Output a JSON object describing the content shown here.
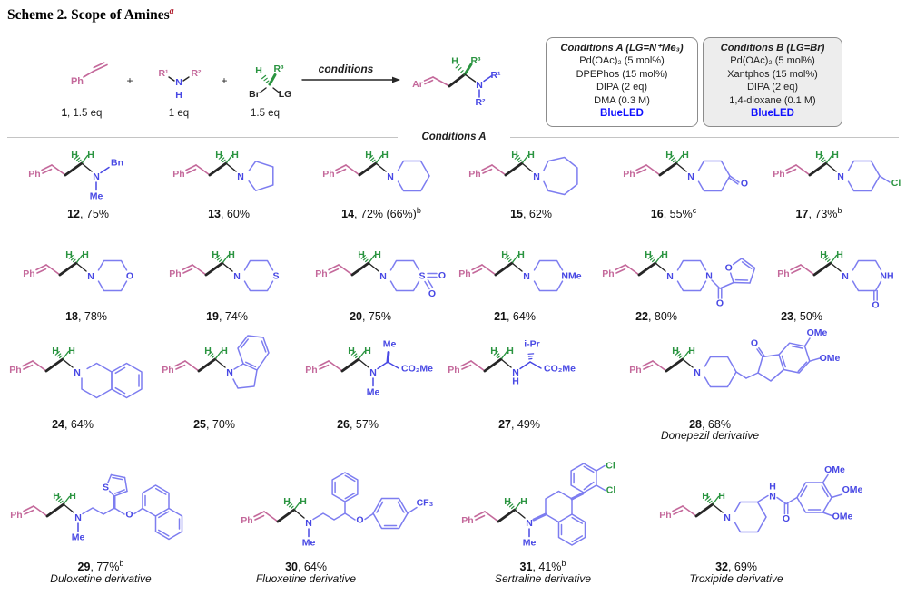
{
  "title": {
    "text": "Scheme 2. Scope of Amines",
    "sup": "a"
  },
  "scheme": {
    "plus": "+",
    "conditions_label": "conditions",
    "styrene": {
      "ph": "Ph",
      "eq_bold": "1",
      "eq_rest": ", 1.5 eq"
    },
    "amine": {
      "r1": "R¹",
      "n": "N",
      "h": "H",
      "r2": "R²",
      "eq": "1 eq"
    },
    "halide": {
      "h": "H",
      "r3": "R³",
      "br": "Br",
      "lg": "LG",
      "eq": "1.5 eq"
    },
    "product": {
      "ar": "Ar",
      "h": "H",
      "r3": "R³",
      "n": "N",
      "r1": "R¹",
      "r2": "R²"
    }
  },
  "conditions_a": {
    "title": "Conditions A (LG=N⁺Me₃)",
    "lines": [
      "Pd(OAc)₂ (5 mol%)",
      "DPEPhos (15 mol%)",
      "DIPA (2 eq)",
      "DMA (0.3 M)"
    ],
    "led": "BlueLED"
  },
  "conditions_b": {
    "title": "Conditions B (LG=Br)",
    "lines": [
      "Pd(OAc)₂ (5 mol%)",
      "Xantphos (15 mol%)",
      "DIPA (2 eq)",
      "1,4-dioxane (0.1 M)"
    ],
    "led": "BlueLED"
  },
  "divider_label": "Conditions A",
  "glyphs": {
    "Ph": "Ph",
    "H": "H",
    "N": "N",
    "O": "O",
    "S": "S",
    "Me": "Me",
    "Bn": "Bn",
    "NMe": "NMe",
    "NH": "NH",
    "Cl": "Cl",
    "OMe": "OMe",
    "CO2Me": "CO₂Me",
    "iPr": "i-Pr",
    "CF3": "CF₃"
  },
  "compounds": [
    {
      "num": "12",
      "rest": ", 75%",
      "sup": ""
    },
    {
      "num": "13",
      "rest": ", 60%",
      "sup": ""
    },
    {
      "num": "14",
      "rest": ", 72% (66%)",
      "sup": "b"
    },
    {
      "num": "15",
      "rest": ", 62%",
      "sup": ""
    },
    {
      "num": "16",
      "rest": ", 55%",
      "sup": "c"
    },
    {
      "num": "17",
      "rest": ", 73%",
      "sup": "b"
    },
    {
      "num": "18",
      "rest": ", 78%",
      "sup": ""
    },
    {
      "num": "19",
      "rest": ", 74%",
      "sup": ""
    },
    {
      "num": "20",
      "rest": ", 75%",
      "sup": ""
    },
    {
      "num": "21",
      "rest": ", 64%",
      "sup": ""
    },
    {
      "num": "22",
      "rest": ", 80%",
      "sup": ""
    },
    {
      "num": "23",
      "rest": ", 50%",
      "sup": ""
    },
    {
      "num": "24",
      "rest": ", 64%",
      "sup": ""
    },
    {
      "num": "25",
      "rest": ", 70%",
      "sup": ""
    },
    {
      "num": "26",
      "rest": ", 57%",
      "sup": ""
    },
    {
      "num": "27",
      "rest": ", 49%",
      "sup": ""
    },
    {
      "num": "28",
      "rest": ", 68%",
      "sup": "",
      "name": "Donepezil derivative"
    },
    {
      "num": "29",
      "rest": ", 77%",
      "sup": "b",
      "name": "Duloxetine derivative"
    },
    {
      "num": "30",
      "rest": ", 64%",
      "sup": "",
      "name": "Fluoxetine derivative"
    },
    {
      "num": "31",
      "rest": ", 41%",
      "sup": "b",
      "name": "Sertraline derivative"
    },
    {
      "num": "32",
      "rest": ", 69%",
      "sup": "",
      "name": "Troxipide derivative"
    }
  ]
}
